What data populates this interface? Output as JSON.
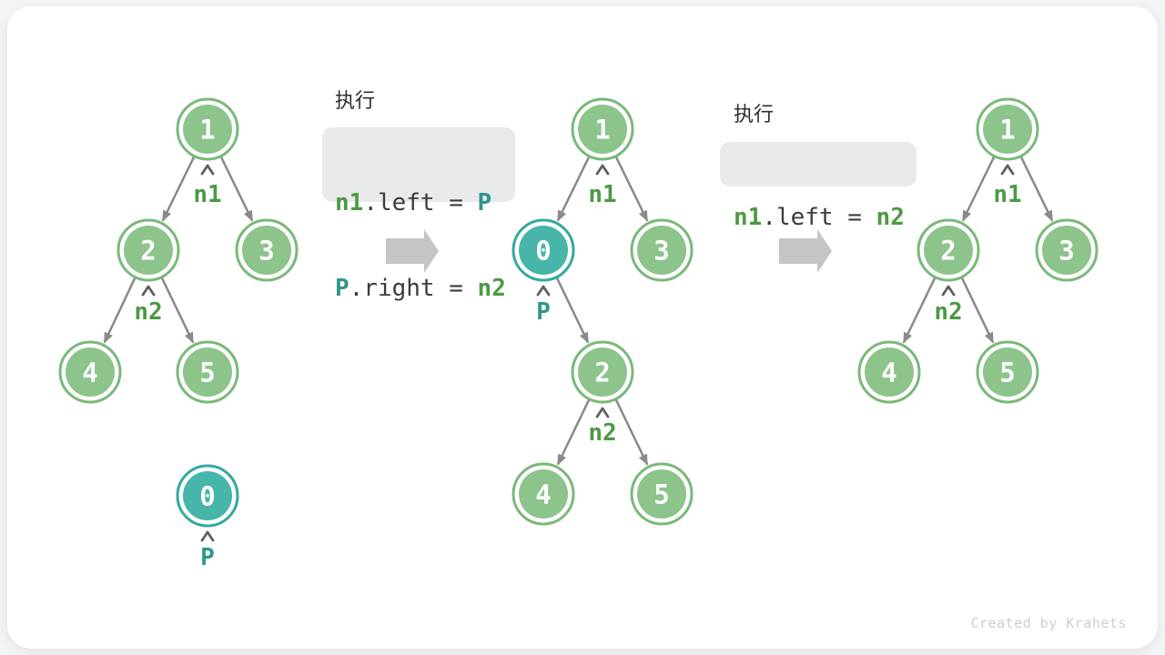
{
  "colors": {
    "node_green_fill": "#8CC48B",
    "node_green_border": "#7AB979",
    "node_teal_fill": "#48B5AB",
    "node_teal_border": "#35A99E",
    "pointer_green": "#4C9A44",
    "pointer_teal": "#2E968C",
    "code_text": "#3C3C3C",
    "code_background": "#E8E9EA",
    "edge_gray": "#8A8A8A",
    "transition_arrow_gray": "#C5C5C5",
    "card_background": "#FFFFFF",
    "page_background": "#F3F4F5"
  },
  "step1": {
    "tree": {
      "values": [
        "1",
        "2",
        "3",
        "4",
        "5"
      ],
      "pointers": [
        "n1",
        "n2"
      ],
      "detached_value": "0",
      "detached_pointer": "P"
    }
  },
  "transition1": {
    "exec_label": "执行",
    "code_line1": {
      "kw1": "n1",
      "mid": ".left = ",
      "kw2": "P"
    },
    "code_line2": {
      "kw1": "P",
      "mid": ".right = ",
      "kw2": "n2"
    }
  },
  "step2": {
    "tree": {
      "values": [
        "1",
        "0",
        "3",
        "2",
        "4",
        "5"
      ],
      "pointers": [
        "n1",
        "P",
        "n2"
      ]
    }
  },
  "transition2": {
    "exec_label": "执行",
    "code_line1": {
      "kw1": "n1",
      "mid": ".left = ",
      "kw2": "n2"
    }
  },
  "step3": {
    "tree": {
      "values": [
        "1",
        "2",
        "3",
        "4",
        "5"
      ],
      "pointers": [
        "n1",
        "n2"
      ]
    }
  },
  "footer": {
    "credit": "Created by Krahets"
  }
}
